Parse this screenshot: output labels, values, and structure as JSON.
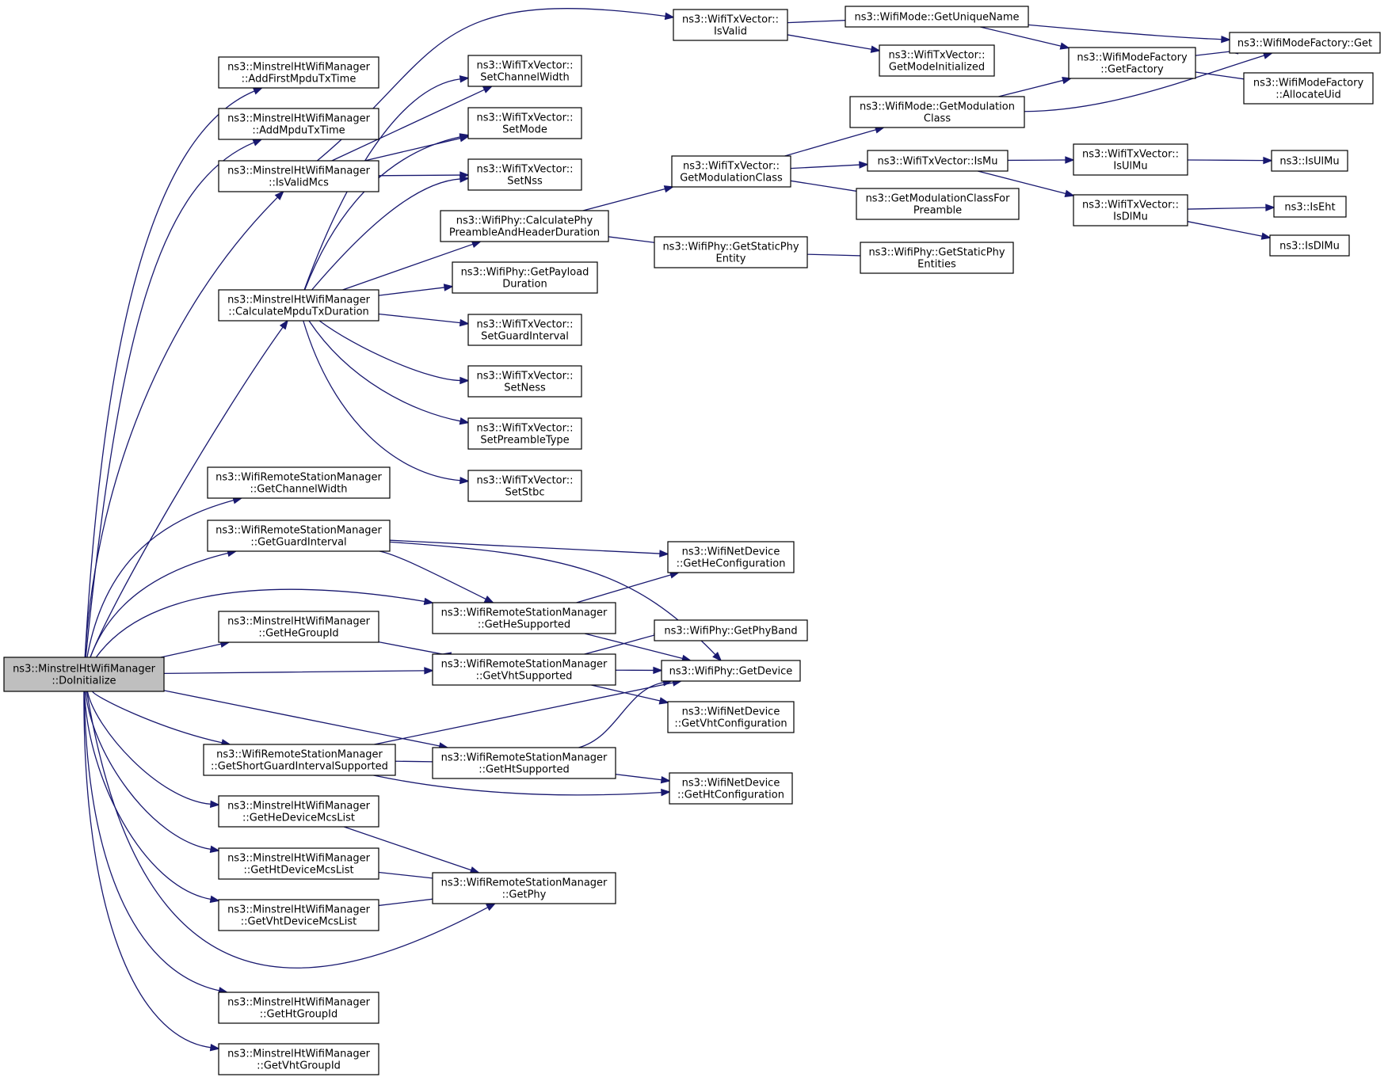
{
  "nodes": [
    {
      "id": "root",
      "lines": [
        "ns3::MinstrelHtWifiManager",
        "::DoInitialize"
      ],
      "root": true
    },
    {
      "id": "addFirst",
      "lines": [
        "ns3::MinstrelHtWifiManager",
        "::AddFirstMpduTxTime"
      ]
    },
    {
      "id": "addMpdu",
      "lines": [
        "ns3::MinstrelHtWifiManager",
        "::AddMpduTxTime"
      ]
    },
    {
      "id": "isValidMcs",
      "lines": [
        "ns3::MinstrelHtWifiManager",
        "::IsValidMcs"
      ]
    },
    {
      "id": "calcMpdu",
      "lines": [
        "ns3::MinstrelHtWifiManager",
        "::CalculateMpduTxDuration"
      ]
    },
    {
      "id": "getChanWidth",
      "lines": [
        "ns3::WifiRemoteStationManager",
        "::GetChannelWidth"
      ]
    },
    {
      "id": "getGuardInt",
      "lines": [
        "ns3::WifiRemoteStationManager",
        "::GetGuardInterval"
      ]
    },
    {
      "id": "getHeGroupId",
      "lines": [
        "ns3::MinstrelHtWifiManager",
        "::GetHeGroupId"
      ]
    },
    {
      "id": "getShortGI",
      "lines": [
        "ns3::WifiRemoteStationManager",
        "::GetShortGuardIntervalSupported"
      ]
    },
    {
      "id": "getHeDevMcs",
      "lines": [
        "ns3::MinstrelHtWifiManager",
        "::GetHeDeviceMcsList"
      ]
    },
    {
      "id": "getHtDevMcs",
      "lines": [
        "ns3::MinstrelHtWifiManager",
        "::GetHtDeviceMcsList"
      ]
    },
    {
      "id": "getVhtDevMcs",
      "lines": [
        "ns3::MinstrelHtWifiManager",
        "::GetVhtDeviceMcsList"
      ]
    },
    {
      "id": "getHtGroupId",
      "lines": [
        "ns3::MinstrelHtWifiManager",
        "::GetHtGroupId"
      ]
    },
    {
      "id": "getVhtGroupId",
      "lines": [
        "ns3::MinstrelHtWifiManager",
        "::GetVhtGroupId"
      ]
    },
    {
      "id": "setChanWidth",
      "lines": [
        "ns3::WifiTxVector::",
        "SetChannelWidth"
      ]
    },
    {
      "id": "setMode",
      "lines": [
        "ns3::WifiTxVector::",
        "SetMode"
      ]
    },
    {
      "id": "setNss",
      "lines": [
        "ns3::WifiTxVector::",
        "SetNss"
      ]
    },
    {
      "id": "calcPhyPre",
      "lines": [
        "ns3::WifiPhy::CalculatePhy",
        "PreambleAndHeaderDuration"
      ]
    },
    {
      "id": "getPayload",
      "lines": [
        "ns3::WifiPhy::GetPayload",
        "Duration"
      ]
    },
    {
      "id": "setGI",
      "lines": [
        "ns3::WifiTxVector::",
        "SetGuardInterval"
      ]
    },
    {
      "id": "setNess",
      "lines": [
        "ns3::WifiTxVector::",
        "SetNess"
      ]
    },
    {
      "id": "setPreamble",
      "lines": [
        "ns3::WifiTxVector::",
        "SetPreambleType"
      ]
    },
    {
      "id": "setStbc",
      "lines": [
        "ns3::WifiTxVector::",
        "SetStbc"
      ]
    },
    {
      "id": "getHeSupp",
      "lines": [
        "ns3::WifiRemoteStationManager",
        "::GetHeSupported"
      ]
    },
    {
      "id": "getVhtSupp",
      "lines": [
        "ns3::WifiRemoteStationManager",
        "::GetVhtSupported"
      ]
    },
    {
      "id": "getHtSupp",
      "lines": [
        "ns3::WifiRemoteStationManager",
        "::GetHtSupported"
      ]
    },
    {
      "id": "getPhy",
      "lines": [
        "ns3::WifiRemoteStationManager",
        "::GetPhy"
      ]
    },
    {
      "id": "isValid",
      "lines": [
        "ns3::WifiTxVector::",
        "IsValid"
      ]
    },
    {
      "id": "getModClass",
      "lines": [
        "ns3::WifiTxVector::",
        "GetModulationClass"
      ]
    },
    {
      "id": "getStaticPhy",
      "lines": [
        "ns3::WifiPhy::GetStaticPhy",
        "Entity"
      ]
    },
    {
      "id": "getHeConf",
      "lines": [
        "ns3::WifiNetDevice",
        "::GetHeConfiguration"
      ]
    },
    {
      "id": "getPhyBand",
      "lines": [
        "ns3::WifiPhy::GetPhyBand"
      ]
    },
    {
      "id": "getDevice",
      "lines": [
        "ns3::WifiPhy::GetDevice"
      ]
    },
    {
      "id": "getVhtConf",
      "lines": [
        "ns3::WifiNetDevice",
        "::GetVhtConfiguration"
      ]
    },
    {
      "id": "getHtConf",
      "lines": [
        "ns3::WifiNetDevice",
        "::GetHtConfiguration"
      ]
    },
    {
      "id": "getUniqueName",
      "lines": [
        "ns3::WifiMode::GetUniqueName"
      ]
    },
    {
      "id": "getModeInit",
      "lines": [
        "ns3::WifiTxVector::",
        "GetModeInitialized"
      ]
    },
    {
      "id": "modeGetModClass",
      "lines": [
        "ns3::WifiMode::GetModulation",
        "Class"
      ]
    },
    {
      "id": "isMu",
      "lines": [
        "ns3::WifiTxVector::IsMu"
      ]
    },
    {
      "id": "getModClassPre",
      "lines": [
        "ns3::GetModulationClassFor",
        "Preamble"
      ]
    },
    {
      "id": "getStaticPhyEnt",
      "lines": [
        "ns3::WifiPhy::GetStaticPhy",
        "Entities"
      ]
    },
    {
      "id": "getFactory",
      "lines": [
        "ns3::WifiModeFactory",
        "::GetFactory"
      ]
    },
    {
      "id": "isUlMuVec",
      "lines": [
        "ns3::WifiTxVector::",
        "IsUlMu"
      ]
    },
    {
      "id": "isDlMuVec",
      "lines": [
        "ns3::WifiTxVector::",
        "IsDlMu"
      ]
    },
    {
      "id": "factoryGet",
      "lines": [
        "ns3::WifiModeFactory::Get"
      ]
    },
    {
      "id": "allocUid",
      "lines": [
        "ns3::WifiModeFactory",
        "::AllocateUid"
      ]
    },
    {
      "id": "isUlMu",
      "lines": [
        "ns3::IsUlMu"
      ]
    },
    {
      "id": "isEht",
      "lines": [
        "ns3::IsEht"
      ]
    },
    {
      "id": "isDlMu",
      "lines": [
        "ns3::IsDlMu"
      ]
    }
  ],
  "edges": [
    [
      "root",
      "addFirst"
    ],
    [
      "root",
      "addMpdu"
    ],
    [
      "root",
      "isValidMcs"
    ],
    [
      "root",
      "calcMpdu"
    ],
    [
      "root",
      "getChanWidth"
    ],
    [
      "root",
      "getGuardInt"
    ],
    [
      "root",
      "getHeSupp"
    ],
    [
      "root",
      "getHeGroupId"
    ],
    [
      "root",
      "getVhtSupp"
    ],
    [
      "root",
      "getShortGI"
    ],
    [
      "root",
      "getHtSupp"
    ],
    [
      "root",
      "getHeDevMcs"
    ],
    [
      "root",
      "getHtDevMcs"
    ],
    [
      "root",
      "getVhtDevMcs"
    ],
    [
      "root",
      "getPhy"
    ],
    [
      "root",
      "getHtGroupId"
    ],
    [
      "root",
      "getVhtGroupId"
    ],
    [
      "isValidMcs",
      "setChanWidth"
    ],
    [
      "isValidMcs",
      "setMode"
    ],
    [
      "isValidMcs",
      "setNss"
    ],
    [
      "isValidMcs",
      "isValid"
    ],
    [
      "calcMpdu",
      "setChanWidth"
    ],
    [
      "calcMpdu",
      "setMode"
    ],
    [
      "calcMpdu",
      "setNss"
    ],
    [
      "calcMpdu",
      "calcPhyPre"
    ],
    [
      "calcMpdu",
      "getPayload"
    ],
    [
      "calcMpdu",
      "setGI"
    ],
    [
      "calcMpdu",
      "setNess"
    ],
    [
      "calcMpdu",
      "setPreamble"
    ],
    [
      "calcMpdu",
      "setStbc"
    ],
    [
      "getGuardInt",
      "getHeConf"
    ],
    [
      "getGuardInt",
      "getHeSupp"
    ],
    [
      "getGuardInt",
      "getDevice"
    ],
    [
      "getHeGroupId",
      "getVhtSupp"
    ],
    [
      "getShortGI",
      "getHtSupp"
    ],
    [
      "getShortGI",
      "getDevice"
    ],
    [
      "getShortGI",
      "getHtConf"
    ],
    [
      "getHeDevMcs",
      "getPhy"
    ],
    [
      "getHtDevMcs",
      "getPhy"
    ],
    [
      "getVhtDevMcs",
      "getPhy"
    ],
    [
      "getHeSupp",
      "getHeConf"
    ],
    [
      "getHeSupp",
      "getDevice"
    ],
    [
      "getVhtSupp",
      "getPhyBand"
    ],
    [
      "getVhtSupp",
      "getDevice"
    ],
    [
      "getVhtSupp",
      "getVhtConf"
    ],
    [
      "getHtSupp",
      "getDevice"
    ],
    [
      "getHtSupp",
      "getHtConf"
    ],
    [
      "calcPhyPre",
      "getModClass"
    ],
    [
      "calcPhyPre",
      "getStaticPhy"
    ],
    [
      "isValid",
      "getUniqueName"
    ],
    [
      "isValid",
      "getModeInit"
    ],
    [
      "getModClass",
      "modeGetModClass"
    ],
    [
      "getModClass",
      "isMu"
    ],
    [
      "getModClass",
      "getModClassPre"
    ],
    [
      "getStaticPhy",
      "getStaticPhyEnt"
    ],
    [
      "getUniqueName",
      "factoryGet"
    ],
    [
      "getUniqueName",
      "getFactory"
    ],
    [
      "modeGetModClass",
      "getFactory"
    ],
    [
      "modeGetModClass",
      "factoryGet"
    ],
    [
      "getFactory",
      "factoryGet"
    ],
    [
      "getFactory",
      "allocUid"
    ],
    [
      "isMu",
      "isUlMuVec"
    ],
    [
      "isMu",
      "isDlMuVec"
    ],
    [
      "isUlMuVec",
      "isUlMu"
    ],
    [
      "isDlMuVec",
      "isEht"
    ],
    [
      "isDlMuVec",
      "isDlMu"
    ]
  ]
}
